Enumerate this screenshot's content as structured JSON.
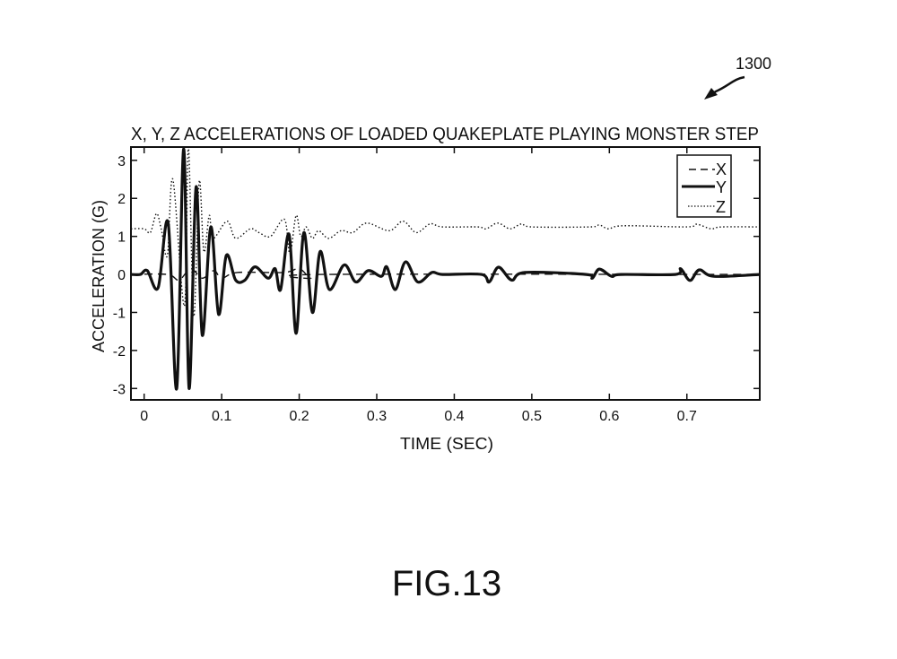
{
  "figure": {
    "ref_numeral": "1300",
    "caption": "FIG.13"
  },
  "chart_data": {
    "type": "line",
    "title": "X, Y, Z ACCELERATIONS OF LOADED QUAKEPLATE PLAYING MONSTER STEP",
    "xlabel": "TIME (SEC)",
    "ylabel": "ACCELERATION (G)",
    "xlim": [
      -0.017,
      0.794
    ],
    "ylim": [
      -3.3,
      3.35
    ],
    "xticks": [
      0,
      0.1,
      0.2,
      0.3,
      0.4,
      0.5,
      0.6,
      0.7
    ],
    "xtick_labels": [
      "0",
      "0.1",
      "0.2",
      "0.3",
      "0.4",
      "0.5",
      "0.6",
      "0.7"
    ],
    "yticks": [
      3,
      2,
      1,
      0,
      -1,
      -2,
      -3
    ],
    "ytick_labels": [
      "3",
      "2",
      "1",
      "0",
      "-1",
      "-2",
      "-3"
    ],
    "grid": false,
    "legend_position": "top-right",
    "series": [
      {
        "name": "X",
        "style": "dashed",
        "x": [
          -0.017,
          0.03,
          0.045,
          0.06,
          0.075,
          0.09,
          0.1,
          0.12,
          0.18,
          0.2,
          0.215,
          0.23,
          0.794
        ],
        "y": [
          0,
          0,
          -0.15,
          0.15,
          -0.1,
          0.1,
          -0.1,
          0.05,
          0.05,
          0.15,
          -0.1,
          0,
          0
        ]
      },
      {
        "name": "Y",
        "style": "solid",
        "x": [
          -0.017,
          -0.005,
          0.004,
          0.018,
          0.031,
          0.042,
          0.051,
          0.058,
          0.067,
          0.075,
          0.086,
          0.096,
          0.106,
          0.118,
          0.13,
          0.143,
          0.16,
          0.169,
          0.176,
          0.187,
          0.196,
          0.206,
          0.217,
          0.227,
          0.239,
          0.258,
          0.273,
          0.289,
          0.306,
          0.313,
          0.324,
          0.337,
          0.353,
          0.371,
          0.385,
          0.435,
          0.445,
          0.457,
          0.474,
          0.491,
          0.57,
          0.578,
          0.587,
          0.603,
          0.615,
          0.685,
          0.692,
          0.704,
          0.716,
          0.735,
          0.794
        ],
        "y": [
          0,
          0,
          0.1,
          -0.35,
          1.35,
          -3.0,
          3.3,
          -3.0,
          2.3,
          -1.6,
          1.25,
          -1.05,
          0.5,
          -0.15,
          -0.15,
          0.2,
          -0.1,
          0.15,
          -0.4,
          1.05,
          -1.55,
          1.1,
          -1.0,
          0.6,
          -0.4,
          0.25,
          -0.2,
          0.1,
          -0.05,
          0.2,
          -0.4,
          0.33,
          -0.2,
          0.05,
          0,
          0,
          -0.2,
          0.19,
          -0.15,
          0.05,
          0,
          -0.1,
          0.14,
          -0.05,
          0,
          0,
          0.15,
          -0.16,
          0.12,
          -0.05,
          0
        ]
      },
      {
        "name": "Z",
        "style": "dotted",
        "x": [
          -0.017,
          0.0,
          0.008,
          0.016,
          0.022,
          0.03,
          0.037,
          0.052,
          0.057,
          0.064,
          0.071,
          0.077,
          0.084,
          0.089,
          0.107,
          0.118,
          0.137,
          0.148,
          0.163,
          0.181,
          0.188,
          0.196,
          0.202,
          0.209,
          0.217,
          0.225,
          0.238,
          0.254,
          0.269,
          0.287,
          0.316,
          0.334,
          0.351,
          0.369,
          0.385,
          0.43,
          0.441,
          0.456,
          0.472,
          0.487,
          0.5,
          0.575,
          0.587,
          0.599,
          0.618,
          0.7,
          0.713,
          0.731,
          0.745,
          0.794
        ],
        "y": [
          1.2,
          1.2,
          1.1,
          1.6,
          1.2,
          0.5,
          2.5,
          -0.83,
          3.35,
          -1.1,
          2.45,
          0.6,
          1.55,
          0.95,
          1.4,
          0.95,
          1.2,
          1.1,
          1.0,
          1.45,
          0.55,
          1.55,
          1.0,
          1.25,
          0.95,
          1.15,
          0.95,
          1.15,
          1.1,
          1.35,
          1.15,
          1.4,
          1.1,
          1.33,
          1.25,
          1.25,
          1.2,
          1.35,
          1.2,
          1.33,
          1.25,
          1.25,
          1.3,
          1.2,
          1.28,
          1.25,
          1.32,
          1.2,
          1.25,
          1.25
        ]
      }
    ]
  }
}
